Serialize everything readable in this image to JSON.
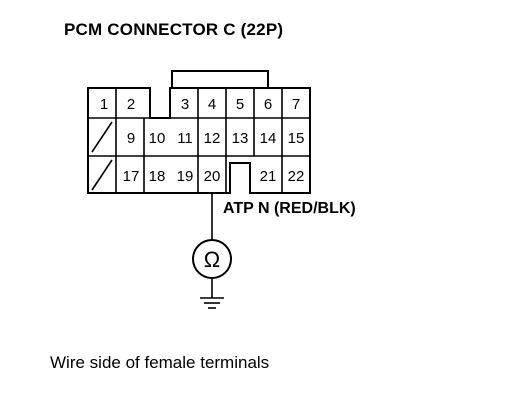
{
  "title": "PCM CONNECTOR C (22P)",
  "wire_label": "ATP N (RED/BLK)",
  "caption": "Wire side of female terminals",
  "ohm_symbol": "Ω",
  "connector": {
    "rows": [
      [
        "1",
        "2",
        "",
        "3",
        "4",
        "5",
        "6",
        "7"
      ],
      [
        "",
        "9",
        "10",
        "11",
        "12",
        "13",
        "14",
        "15"
      ],
      [
        "",
        "17",
        "18",
        "19",
        "20",
        "",
        "21",
        "22"
      ]
    ],
    "slash_cells": [
      "row2-col1",
      "row3-col1"
    ],
    "probed_terminal": "20"
  },
  "icons": [
    "ohmmeter-icon",
    "ground-icon"
  ]
}
